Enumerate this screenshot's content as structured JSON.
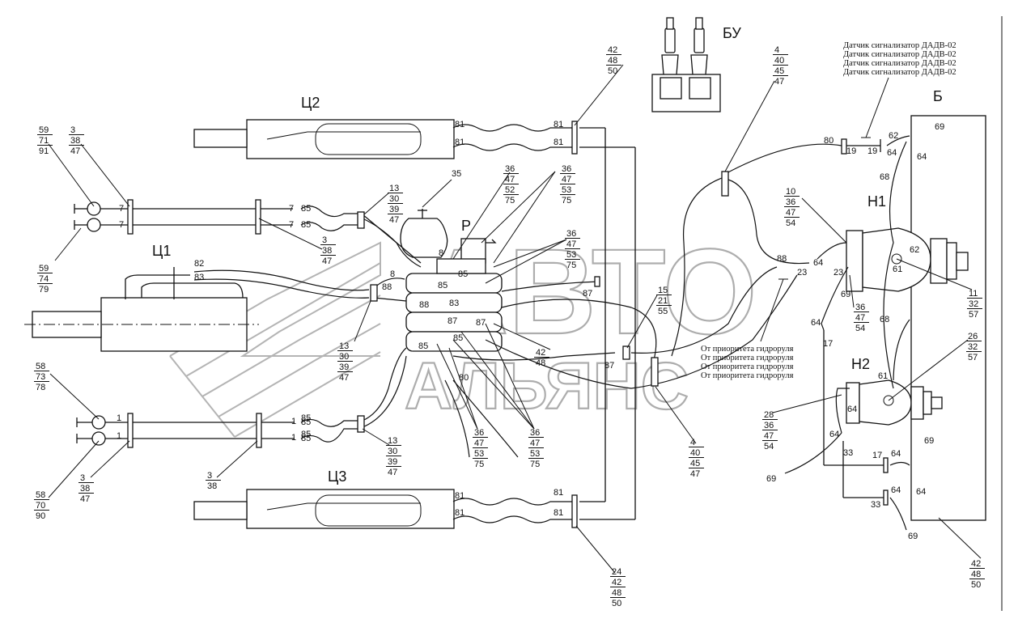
{
  "watermark": {
    "line1": "АВТО",
    "line2": "АЛЬЯНС"
  },
  "units": {
    "c1": "Ц1",
    "c2": "Ц2",
    "c3": "Ц3",
    "r": "Р",
    "bu": "БУ",
    "b": "Б",
    "h1": "Н1",
    "h2": "Н2"
  },
  "sensor": {
    "lines": [
      "Датчик сигнализатор ДАДВ-02",
      "Датчик сигнализатор ДАДВ-02",
      "Датчик сигнализатор ДАДВ-02",
      "Датчик сигнализатор ДАДВ-02"
    ]
  },
  "priority": {
    "lines": [
      "От приоритета гидроруля",
      "От приоритета гидроруля",
      "От приоритета гидроруля",
      "От приоритета гидроруля"
    ]
  },
  "stacks": {
    "s59a": [
      "59",
      "71",
      "91"
    ],
    "s3a": [
      "3",
      "38",
      "47"
    ],
    "s59b": [
      "59",
      "74",
      "79"
    ],
    "s3b": [
      "3",
      "38",
      "47"
    ],
    "s13a": [
      "13",
      "30",
      "39",
      "47"
    ],
    "s35": [
      "35"
    ],
    "s36a": [
      "36",
      "47",
      "52",
      "75"
    ],
    "s36b": [
      "36",
      "47",
      "53",
      "75"
    ],
    "s36c": [
      "36",
      "47",
      "53",
      "75"
    ],
    "s42a": [
      "42",
      "48",
      "50"
    ],
    "s4a": [
      "4",
      "40",
      "45",
      "47"
    ],
    "s10": [
      "10",
      "36",
      "47",
      "54"
    ],
    "s11": [
      "11",
      "32",
      "57"
    ],
    "s36e": [
      "36",
      "47",
      "54"
    ],
    "s26": [
      "26",
      "32",
      "57"
    ],
    "s28": [
      "28",
      "36",
      "47",
      "54"
    ],
    "s13b": [
      "13",
      "30",
      "39",
      "47"
    ],
    "s58a": [
      "58",
      "73",
      "78"
    ],
    "s58b": [
      "58",
      "70",
      "90"
    ],
    "s3c": [
      "3",
      "38",
      "47"
    ],
    "s3d": [
      "3",
      "38"
    ],
    "s13c": [
      "13",
      "30",
      "39",
      "47"
    ],
    "s36f": [
      "36",
      "47",
      "53",
      "75"
    ],
    "s36g": [
      "36",
      "47",
      "53",
      "75"
    ],
    "s42b": [
      "42",
      "48"
    ],
    "s15": [
      "15",
      "21",
      "55"
    ],
    "s4b": [
      "4",
      "40",
      "45",
      "47"
    ],
    "s24": [
      "24",
      "42",
      "48",
      "50"
    ],
    "s42c": [
      "42",
      "48",
      "50"
    ]
  },
  "parts": {
    "p7a": "7",
    "p7b": "7",
    "p7c": "7",
    "p7d": "7",
    "p85a": "85",
    "p85b": "85",
    "p85c": "85",
    "p85d": "85",
    "p82": "82",
    "p83": "83",
    "p88a": "88",
    "p81a": "81",
    "p81b": "81",
    "p81c": "81",
    "p81d": "81",
    "p81e": "81",
    "p81f": "81",
    "p81g": "81",
    "p81h": "81",
    "p8a": "8",
    "p8b": "8",
    "p85e": "85",
    "p85f": "85",
    "p88b": "88",
    "p83b": "83",
    "p87a": "87",
    "p87b": "87",
    "p85g": "85",
    "p85h": "85",
    "p80a": "80",
    "p87c": "87",
    "p87d": "87",
    "p1a": "1",
    "p1b": "1",
    "p1c": "1",
    "p1d": "1",
    "p85i": "85",
    "p85j": "85",
    "p80b": "80",
    "p19a": "19",
    "p19b": "19",
    "p62a": "62",
    "p64a": "64",
    "p69a": "69",
    "p64b": "64",
    "p68a": "68",
    "p62b": "62",
    "p61a": "61",
    "p88c": "88",
    "p23a": "23",
    "p64c": "64",
    "p23b": "23",
    "p69b": "69",
    "p64d": "64",
    "p17a": "17",
    "p68b": "68",
    "p61b": "61",
    "p64e": "64",
    "p64f": "64",
    "p33a": "33",
    "p17b": "17",
    "p64g": "64",
    "p69c": "69",
    "p64h": "64",
    "p64i": "64",
    "p33b": "33",
    "p69d": "69",
    "p69e": "69"
  }
}
